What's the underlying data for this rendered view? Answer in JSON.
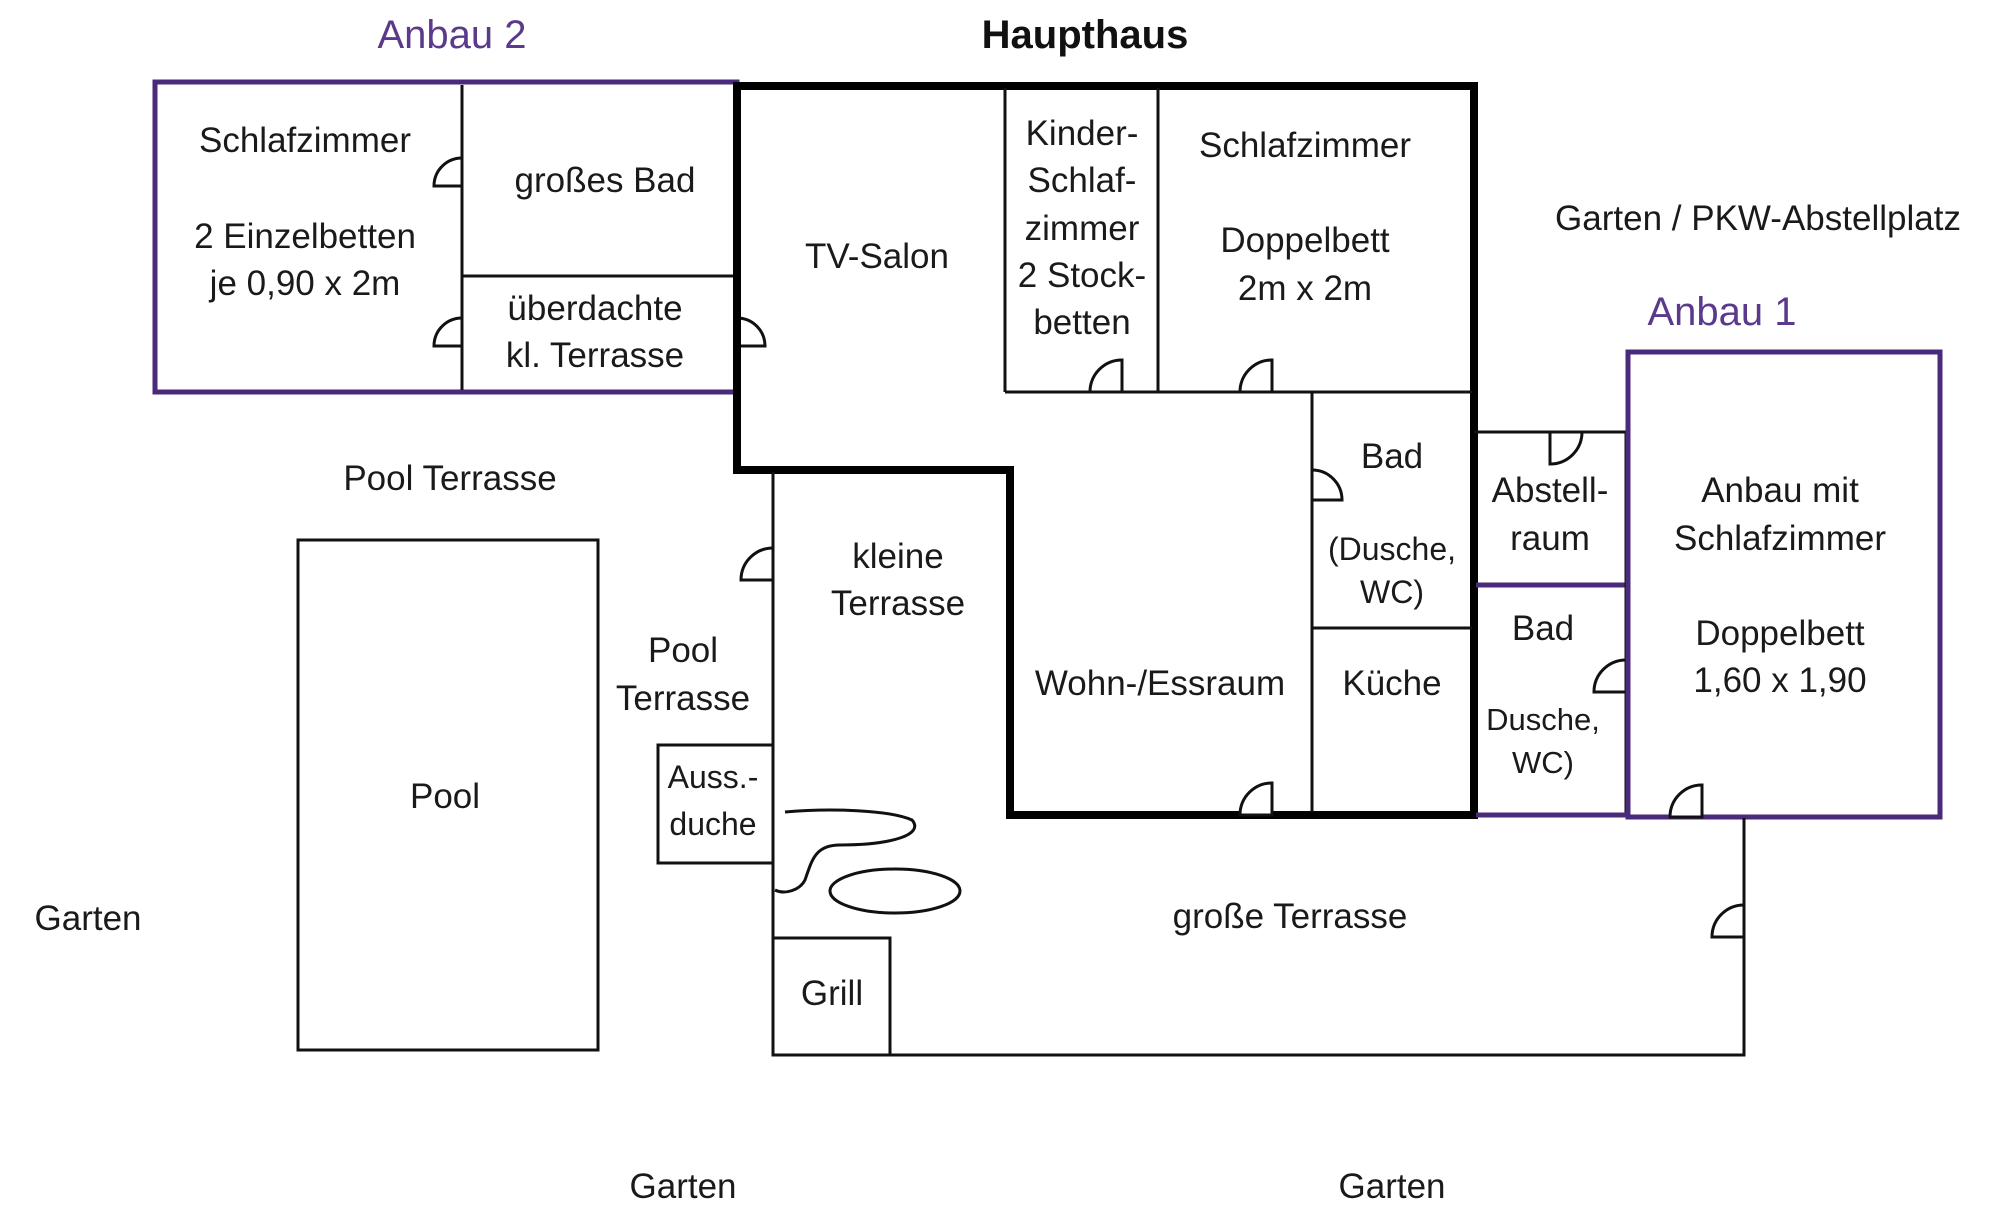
{
  "colors": {
    "annex_border": "#4a2a7a",
    "annex_label": "#5b3a8c",
    "wall": "#111111"
  },
  "title": "Haupthaus",
  "annexes": {
    "anbau2": "Anbau 2",
    "anbau1": "Anbau 1"
  },
  "rooms": {
    "schlafzimmer_a2": {
      "title": "Schlafzimmer",
      "line1": "2 Einzelbetten",
      "line2": "je 0,90 x 2m"
    },
    "grosses_bad": "großes Bad",
    "ueberdachte_terrasse": {
      "line1": "überdachte",
      "line2": "kl. Terrasse"
    },
    "tv_salon": "TV-Salon",
    "kinder_schlafzimmer": {
      "line1": "Kinder-",
      "line2": "Schlaf-",
      "line3": "zimmer",
      "line4": "2 Stock-",
      "line5": "betten"
    },
    "schlafzimmer_main": {
      "title": "Schlafzimmer",
      "line1": "Doppelbett",
      "line2": "2m x 2m"
    },
    "bad_main": {
      "title": "Bad",
      "line1": "(Dusche,",
      "line2": "WC)"
    },
    "wohn_essraum": "Wohn-/Essraum",
    "kueche": "Küche",
    "abstellraum": {
      "line1": "Abstell-",
      "line2": "raum"
    },
    "bad_a1": {
      "title": "Bad",
      "line1": "Dusche,",
      "line2": "WC)"
    },
    "anbau_schlafzimmer": {
      "line1": "Anbau mit",
      "line2": "Schlafzimmer",
      "line3": "Doppelbett",
      "line4": "1,60 x 1,90"
    },
    "kleine_terrasse": {
      "line1": "kleine",
      "line2": "Terrasse"
    },
    "pool_terrasse_side": {
      "line1": "Pool",
      "line2": "Terrasse"
    },
    "aussendusche": {
      "line1": "Auss.-",
      "line2": "duche"
    },
    "grill": "Grill",
    "pool": "Pool",
    "grosse_terrasse": "große Terrasse"
  },
  "outdoor": {
    "garten_pkw": "Garten / PKW-Abstellplatz",
    "pool_terrasse_top": "Pool Terrasse",
    "garten_left": "Garten",
    "garten_bottom_left": "Garten",
    "garten_bottom_right": "Garten"
  }
}
